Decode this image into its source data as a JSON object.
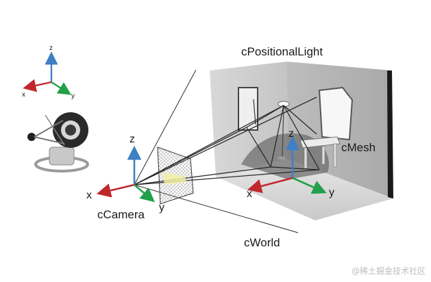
{
  "labels": {
    "light": "cPositionalLight",
    "mesh": "cMesh",
    "camera": "cCamera",
    "world": "cWorld"
  },
  "small_axes": {
    "x": "x",
    "y": "y",
    "z": "z"
  },
  "camera_axes": {
    "x": "x",
    "y": "y",
    "z": "z"
  },
  "room_axes": {
    "x": "x",
    "y": "y",
    "z": "z"
  },
  "watermark": "@稀土掘金技术社区",
  "colors": {
    "x_axis": "#c0272d",
    "y_axis": "#22a04a",
    "z_axis": "#3f7fc4",
    "ray": "#2b2b2b"
  }
}
